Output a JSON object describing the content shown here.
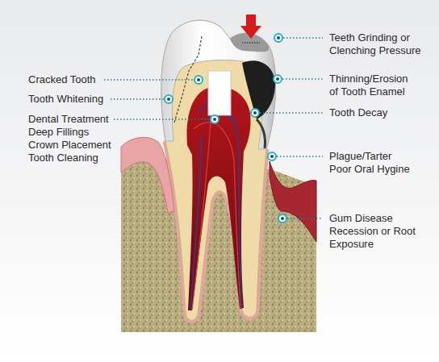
{
  "diagram": {
    "labels": [
      "Cracked Tooth",
      "Tooth Whitening",
      "Dental Treatment Deep Fillings Crown Placement Tooth Cleaning",
      "Teeth Grinding or Clenching Pressure",
      "Thinning/Erosion of Tooth Enamel",
      "Tooth Decay",
      "Plague/Tarter Poor Oral Hygine",
      "Gum Disease Recession or Root Exposure"
    ]
  }
}
